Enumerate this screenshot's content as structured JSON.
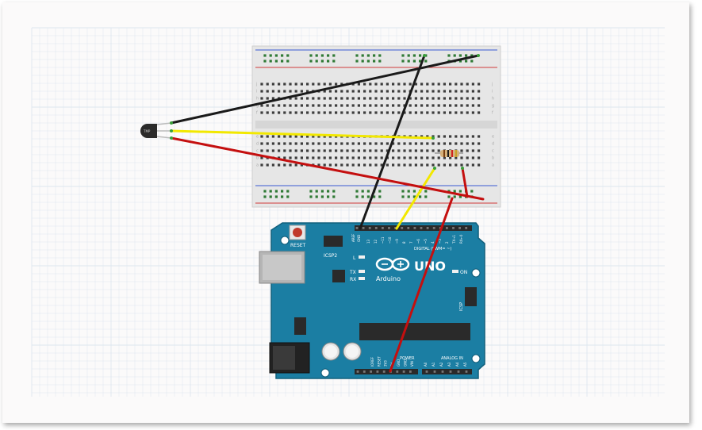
{
  "colors": {
    "grid_line": "#dde6ef",
    "board_teal": "#1b7ea3",
    "breadboard": "#e4e4e4",
    "wire_black": "#1a1a1a",
    "wire_yellow": "#f2e800",
    "wire_red": "#c40f0f"
  },
  "arduino": {
    "reset_label": "RESET",
    "icsp2_label": "ICSP2",
    "icsp_label": "ICSP",
    "l_label": "L",
    "tx_label": "TX",
    "rx_label": "RX",
    "on_label": "ON",
    "brand": "Arduino",
    "model": "UNO",
    "digital_label": "DIGITAL (PWM= ~)",
    "power_label": "POWER",
    "analog_label": "ANALOG IN",
    "aref_label": "AREF",
    "gnd_label": "GND",
    "digital_pins": [
      "13",
      "12",
      "~11",
      "~10",
      "~9",
      "8",
      "7",
      "~6",
      "~5",
      "4",
      "~3",
      "2",
      "TX→1",
      "RX←0"
    ],
    "power_pins": [
      "IOREF",
      "RESET",
      "3V3",
      "5V",
      "GND",
      "GND",
      "VIN"
    ],
    "analog_pins": [
      "A0",
      "A1",
      "A2",
      "A3",
      "A4",
      "A5"
    ]
  },
  "breadboard": {
    "row_letters_top": [
      "j",
      "i",
      "h",
      "g",
      "f"
    ],
    "row_letters_bottom": [
      "e",
      "d",
      "c",
      "b",
      "a"
    ]
  },
  "sensor": {
    "marking": "TMP"
  }
}
